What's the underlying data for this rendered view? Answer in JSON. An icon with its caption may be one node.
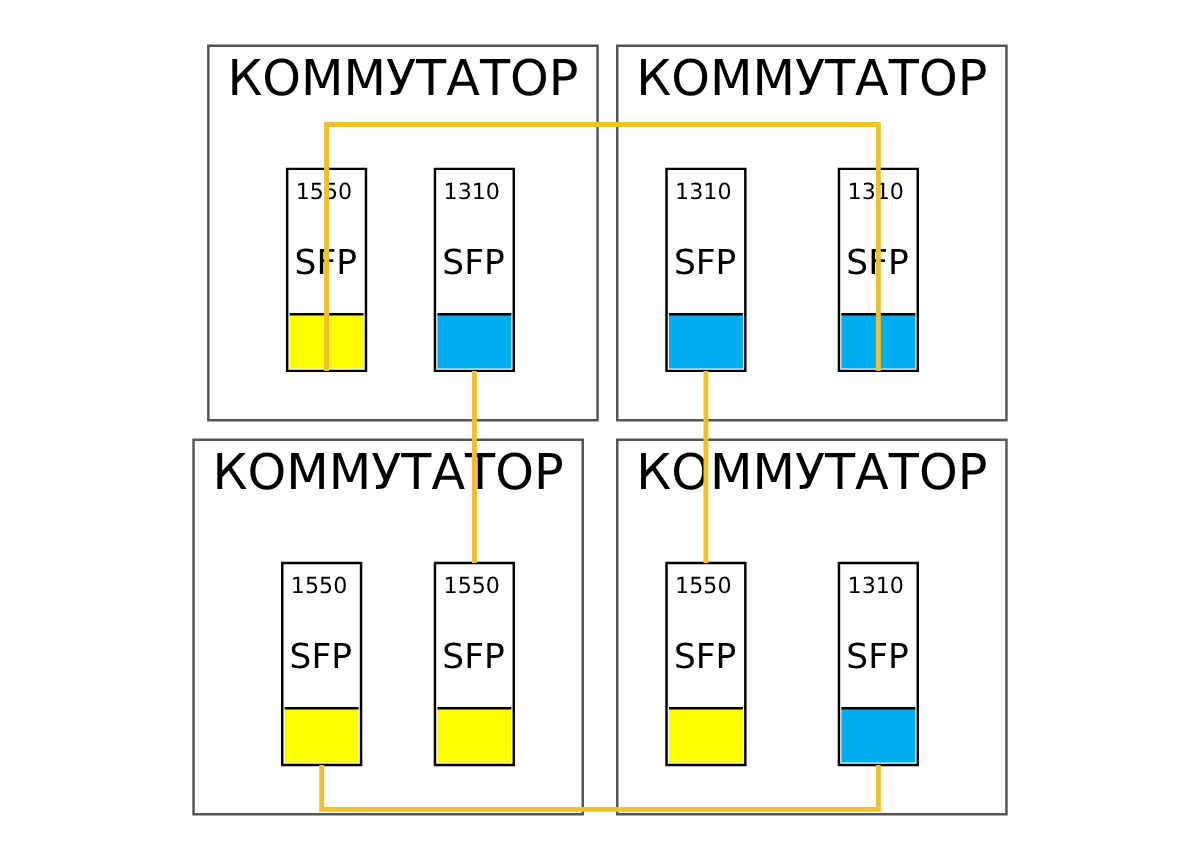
{
  "diagram": {
    "nodes": [
      {
        "text": [
          "КОММУТАТОР"
        ]
      },
      {
        "text": [
          "1310",
          "SFP"
        ],
        "in": 0
      },
      {
        "text": [
          "1550",
          "SFP"
        ],
        "in": 0
      },
      {
        "text": [
          "КОММУТАТОР"
        ]
      },
      {
        "text": [
          "1310",
          "SFP"
        ],
        "in": 3
      },
      {
        "text": [
          "1310",
          "SFP"
        ],
        "in": 3
      },
      {
        "text": [
          "КОММУТАТОР"
        ]
      },
      {
        "text": [
          "1550",
          "SFP"
        ],
        "in": 6
      },
      {
        "text": [
          "1550",
          "SFP"
        ],
        "in": 6
      },
      {
        "text": [
          "КОММУТАТОР"
        ]
      },
      {
        "text": [
          "1310",
          "SFP"
        ],
        "in": 9
      },
      {
        "text": [
          "1550",
          "SFP"
        ],
        "in": 9
      }
    ],
    "edges": [
      {
        "from": 1,
        "to": 7,
        "arrow": "none",
        "color": "#f0c030"
      },
      {
        "from": 2,
        "to": 4,
        "arrow": "none",
        "color": "#f0c030"
      },
      {
        "from": 5,
        "to": 11,
        "arrow": "none",
        "color": "#f0c030"
      },
      {
        "from": 8,
        "to": 10,
        "arrow": "none",
        "color": "#f0c030"
      }
    ]
  }
}
